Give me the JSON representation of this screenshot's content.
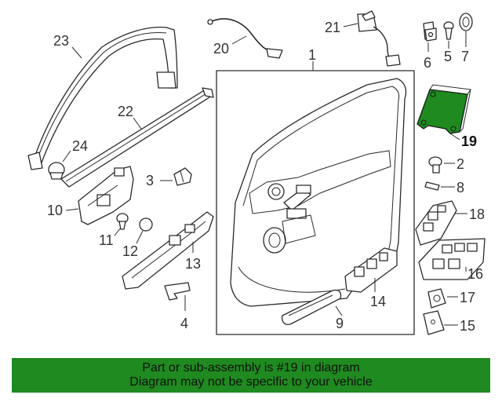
{
  "labels": {
    "p1": "1",
    "p2": "2",
    "p3": "3",
    "p4": "4",
    "p5": "5",
    "p6": "6",
    "p7": "7",
    "p8": "8",
    "p9": "9",
    "p10": "10",
    "p11": "11",
    "p12": "12",
    "p13": "13",
    "p14": "14",
    "p15": "15",
    "p16": "16",
    "p17": "17",
    "p18": "18",
    "p19": "19",
    "p20": "20",
    "p21": "21",
    "p22": "22",
    "p23": "23",
    "p24": "24"
  },
  "highlight_color": "#1f8a1f",
  "banner": {
    "line1": "Part or sub-assembly is #19 in diagram",
    "line2": "Diagram may not be specific to your vehicle"
  }
}
